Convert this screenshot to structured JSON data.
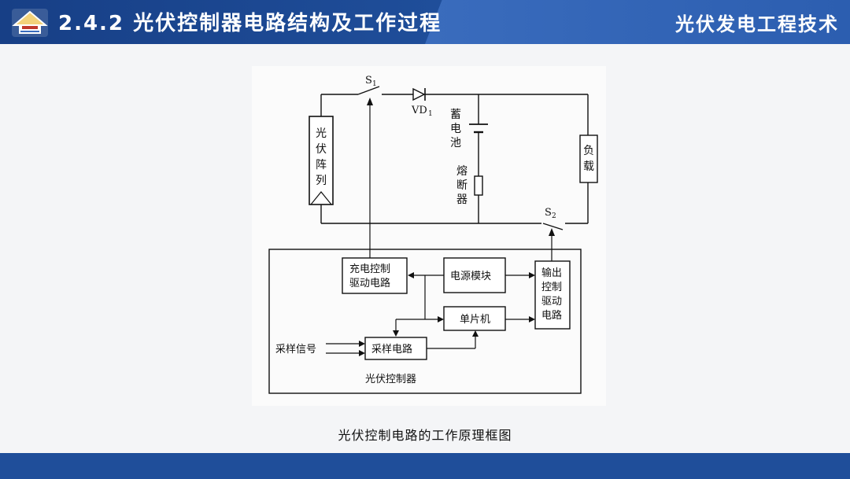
{
  "header": {
    "section_title": "2.4.2 光伏控制器电路结构及工作过程",
    "course_title": "光伏发电工程技术",
    "logo_icon": "house-roof-logo-icon"
  },
  "diagram": {
    "labels": {
      "s1": "S",
      "s1_sub": "1",
      "vd1": "VD",
      "vd1_sub": "1",
      "s2": "S",
      "s2_sub": "2",
      "pv_array": [
        "光",
        "伏",
        "阵",
        "列"
      ],
      "battery": [
        "蓄",
        "电",
        "池"
      ],
      "fuse": [
        "熔",
        "断",
        "器"
      ],
      "load": [
        "负",
        "载"
      ],
      "charge_drive": [
        "充电控制",
        "驱动电路"
      ],
      "power_module": "电源模块",
      "mcu": "单片机",
      "output_drive": [
        "输出",
        "控制",
        "驱动",
        "电路"
      ],
      "sampling_circuit": "采样电路",
      "sampling_signal": "采样信号",
      "controller": "光伏控制器"
    }
  },
  "caption": "光伏控制电路的工作原理框图",
  "colors": {
    "header_blue": "#1f4e9a",
    "footer_blue": "#1f4e9a",
    "line": "#111111"
  }
}
